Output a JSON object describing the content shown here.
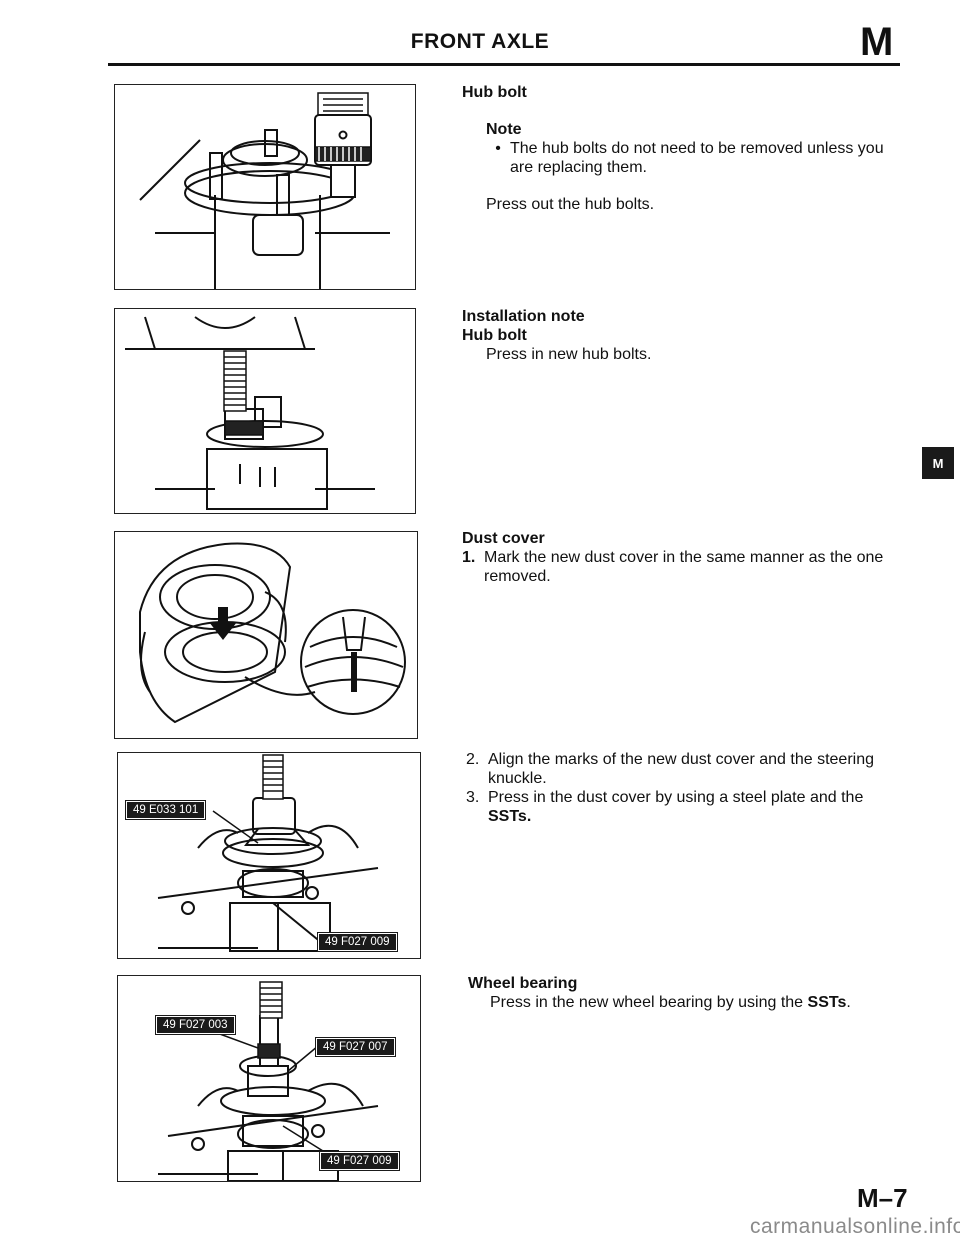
{
  "header": {
    "title": "FRONT AXLE",
    "section_letter": "M"
  },
  "side_tab": {
    "label": "M"
  },
  "sections": {
    "hub_bolt_removal": {
      "heading": "Hub bolt",
      "note_label": "Note",
      "note_bullet": "The hub bolts do not need to be removed unless you are replacing them.",
      "step": "Press out the hub bolts."
    },
    "hub_bolt_installation": {
      "heading": "Installation note",
      "subheading": "Hub bolt",
      "step": "Press in new hub bolts."
    },
    "dust_cover_1": {
      "heading": "Dust cover",
      "step_number": "1.",
      "step": "Mark the new dust cover in the same manner as the one removed."
    },
    "dust_cover_2": {
      "step2_number": "2.",
      "step2": "Align the marks of the new dust cover and the steering knuckle.",
      "step3_number": "3.",
      "step3_prefix": "Press in the dust cover by using a steel plate and the",
      "step3_bold": "SSTs",
      "step3_suffix": "."
    },
    "wheel_bearing": {
      "heading": "Wheel bearing",
      "step_prefix": "Press in the new wheel bearing by using the",
      "step_bold": "SSTs",
      "step_suffix": "."
    }
  },
  "figures": {
    "fig4_labels": [
      "49 E033 101",
      "49 F027 009"
    ],
    "fig5_labels": [
      "49 F027 003",
      "49 F027 007",
      "49 F027 009"
    ]
  },
  "footer": {
    "page_number": "M–7",
    "watermark": "carmanualsonline.info"
  }
}
